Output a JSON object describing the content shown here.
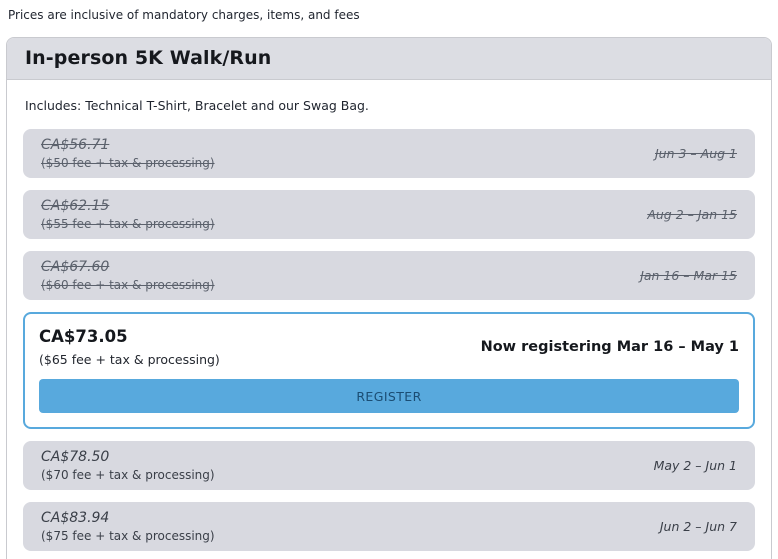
{
  "note": "Prices are inclusive of mandatory charges, items, and fees",
  "card": {
    "title": "In-person 5K Walk/Run",
    "description": "Includes: Technical T-Shirt, Bracelet and our Swag Bag.",
    "register_label": "REGISTER",
    "tiers": [
      {
        "price": "CA$56.71",
        "detail": "($50 fee + tax & processing)",
        "dates": "Jun 3 – Aug 1",
        "status": "past"
      },
      {
        "price": "CA$62.15",
        "detail": "($55 fee + tax & processing)",
        "dates": "Aug 2 – Jan 15",
        "status": "past"
      },
      {
        "price": "CA$67.60",
        "detail": "($60 fee + tax & processing)",
        "dates": "Jan 16 – Mar 15",
        "status": "past"
      },
      {
        "price": "CA$73.05",
        "detail": "($65 fee + tax & processing)",
        "dates": "Now registering Mar 16 – May 1",
        "status": "active"
      },
      {
        "price": "CA$78.50",
        "detail": "($70 fee + tax & processing)",
        "dates": "May 2 – Jun 1",
        "status": "future"
      },
      {
        "price": "CA$83.94",
        "detail": "($75 fee + tax & processing)",
        "dates": "Jun 2 – Jun 7",
        "status": "future"
      }
    ]
  },
  "colors": {
    "accent_blue": "#58a9dd",
    "button_text": "#1b4d73",
    "row_background": "#d8d9e0",
    "header_background": "#dcdde3",
    "struck_text": "#5b616c"
  }
}
